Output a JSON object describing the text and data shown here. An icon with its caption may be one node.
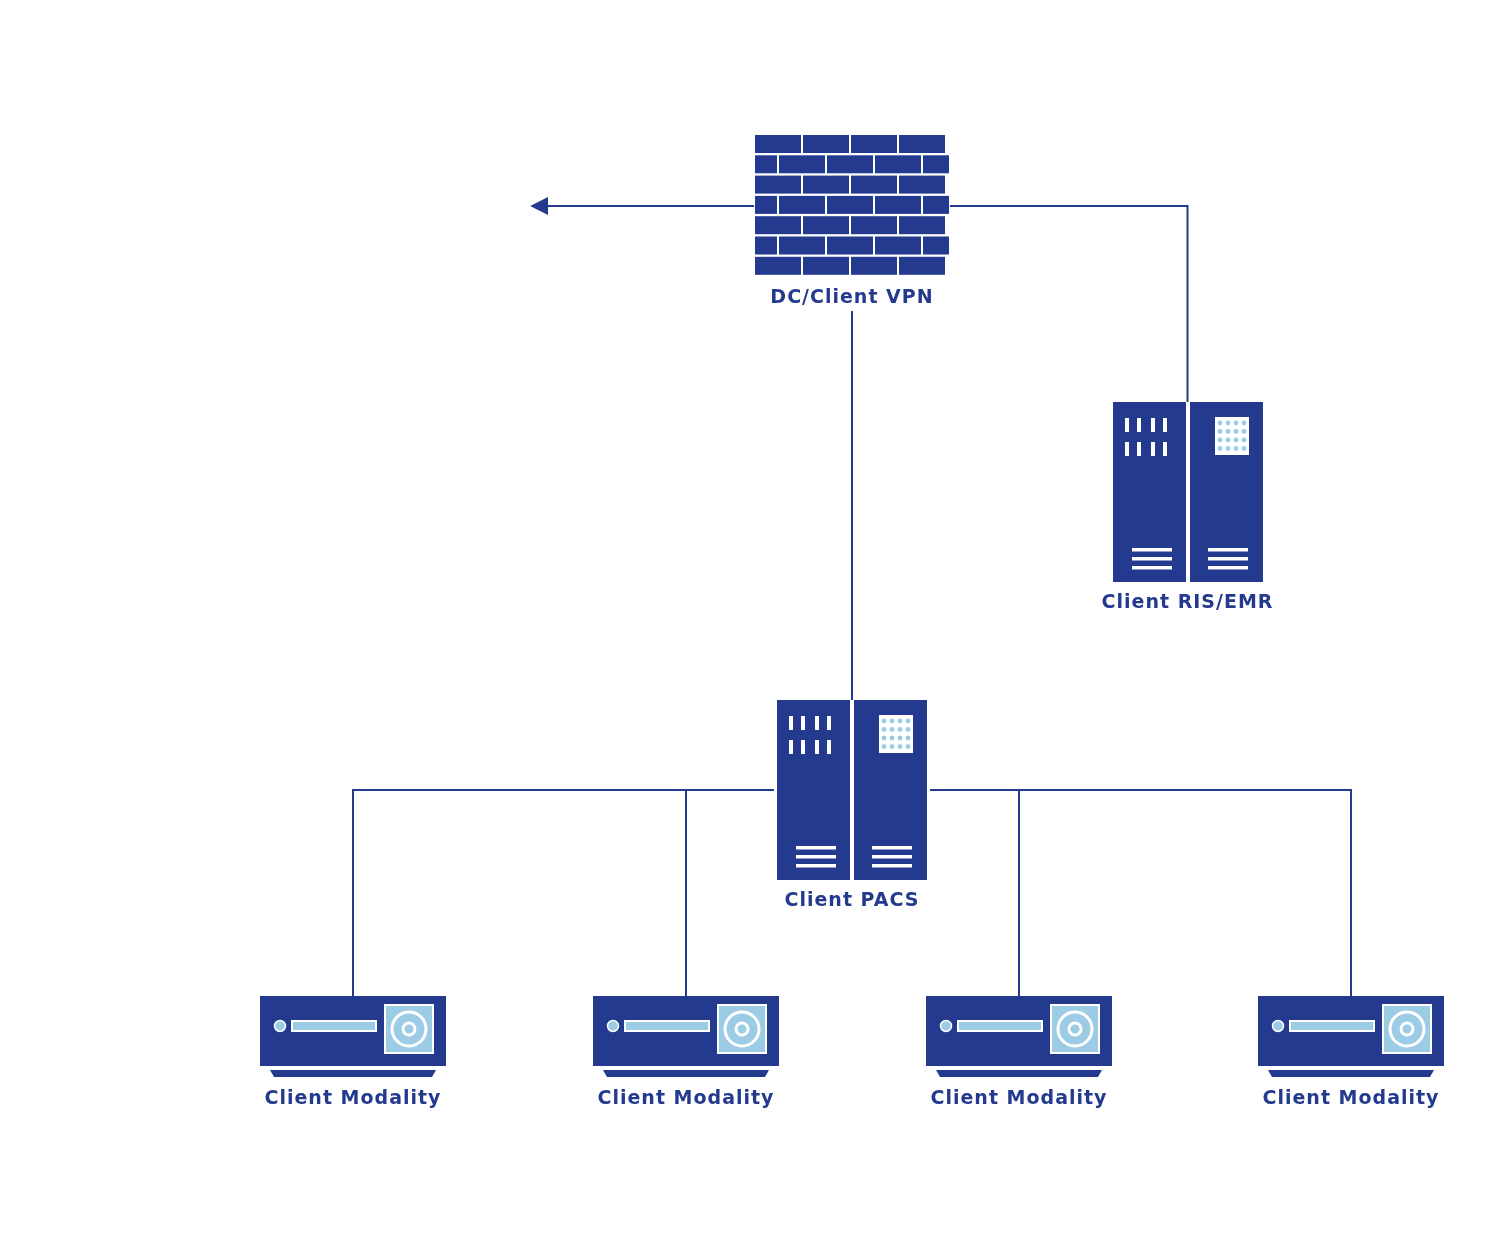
{
  "diagram": {
    "nodes": [
      {
        "text": [
          "DC/Client VPN"
        ]
      },
      {
        "text": [
          "Client RIS/EMR"
        ]
      },
      {
        "text": [
          "Client PACS"
        ]
      },
      {
        "text": [
          "Client Modality"
        ]
      },
      {
        "text": [
          "Client Modality"
        ]
      },
      {
        "text": [
          "Client Modality"
        ]
      },
      {
        "text": [
          "Client Modality"
        ]
      }
    ],
    "edges": [
      {
        "from": 0,
        "to": null,
        "arrow": "to"
      },
      {
        "from": 0,
        "to": 1,
        "arrow": "none"
      },
      {
        "from": 0,
        "to": 2,
        "arrow": "none"
      },
      {
        "from": 2,
        "to": 3,
        "arrow": "none"
      },
      {
        "from": 2,
        "to": 4,
        "arrow": "none"
      },
      {
        "from": 2,
        "to": 5,
        "arrow": "none"
      },
      {
        "from": 2,
        "to": 6,
        "arrow": "none"
      }
    ]
  }
}
